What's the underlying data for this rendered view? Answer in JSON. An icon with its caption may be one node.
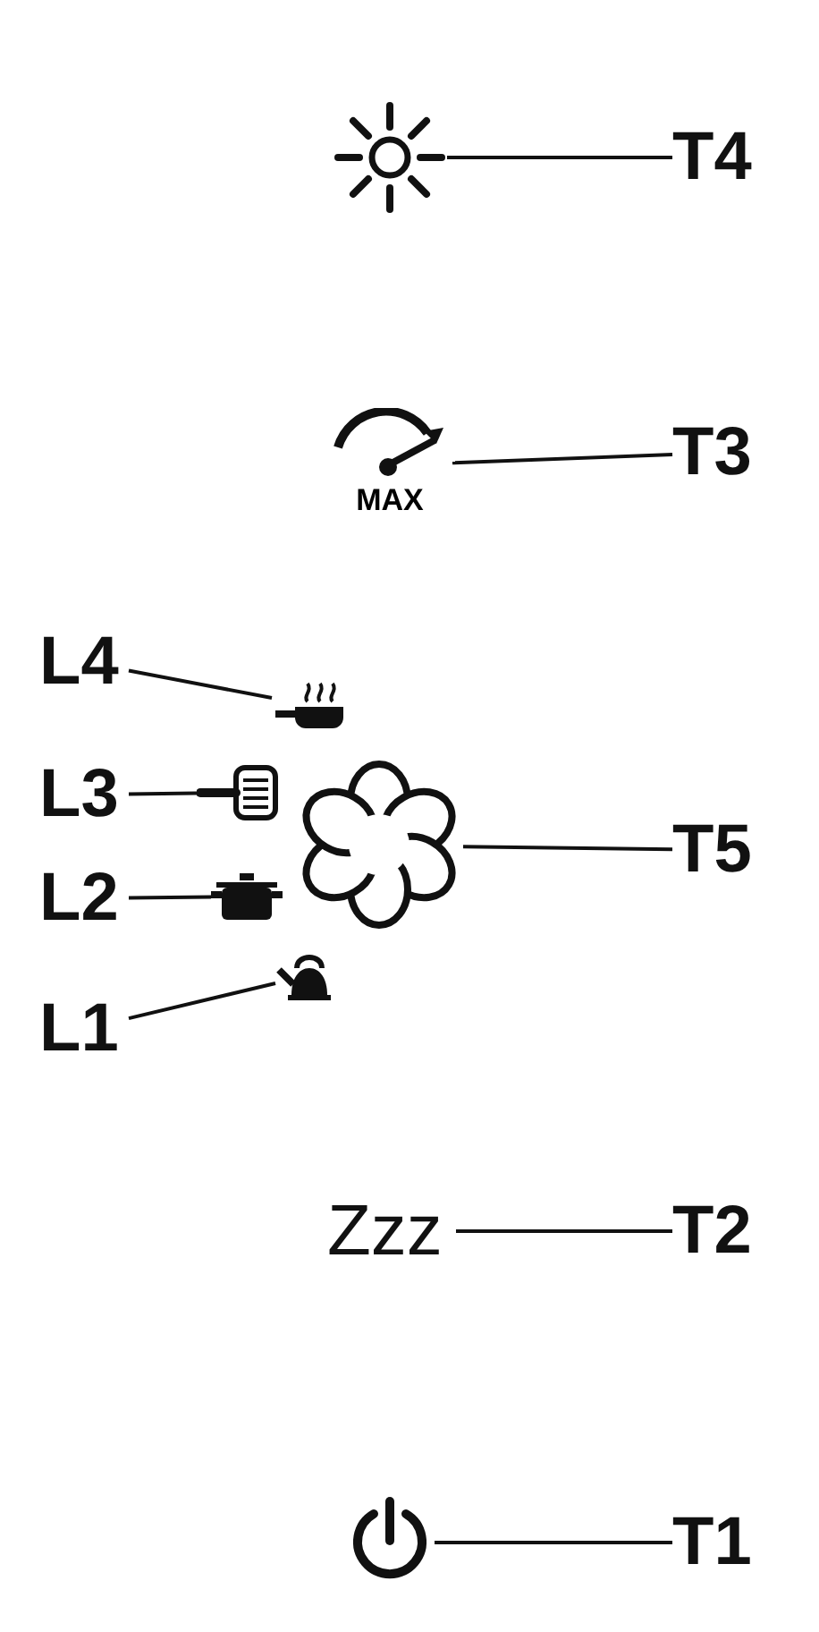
{
  "diagram": {
    "nodes": [
      {
        "text": [
          "T4"
        ]
      },
      {
        "text": [],
        "shape": "sun"
      },
      {
        "text": [
          "T3"
        ]
      },
      {
        "text": [
          "MAX"
        ]
      },
      {
        "text": [
          "L4"
        ]
      },
      {
        "text": [],
        "shape": "pan"
      },
      {
        "text": [
          "L3"
        ]
      },
      {
        "text": [],
        "shape": "grill"
      },
      {
        "text": [
          "T5"
        ]
      },
      {
        "text": [],
        "shape": "fan"
      },
      {
        "text": [
          "L2"
        ]
      },
      {
        "text": [],
        "shape": "pot"
      },
      {
        "text": [
          "L1"
        ]
      },
      {
        "text": [],
        "shape": "kettle"
      },
      {
        "text": [
          "T2"
        ]
      },
      {
        "text": [
          "Zzz"
        ]
      },
      {
        "text": [
          "T1"
        ]
      },
      {
        "text": [],
        "shape": "power"
      }
    ],
    "edges": [
      {
        "from": 0,
        "to": 1,
        "arrow": "none"
      },
      {
        "from": 2,
        "to": 3,
        "arrow": "none"
      },
      {
        "from": 4,
        "to": 5,
        "arrow": "none"
      },
      {
        "from": 6,
        "to": 7,
        "arrow": "none"
      },
      {
        "from": 8,
        "to": 9,
        "arrow": "none"
      },
      {
        "from": 10,
        "to": 11,
        "arrow": "none"
      },
      {
        "from": 12,
        "to": 13,
        "arrow": "none"
      },
      {
        "from": 14,
        "to": 15,
        "arrow": "none"
      },
      {
        "from": 16,
        "to": 17,
        "arrow": "none"
      }
    ]
  }
}
